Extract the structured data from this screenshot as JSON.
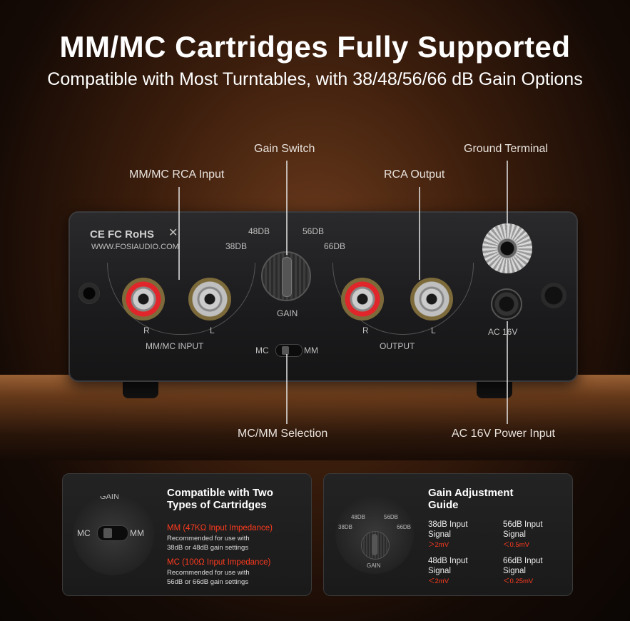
{
  "header": {
    "title": "MM/MC Cartridges Fully Supported",
    "subtitle": "Compatible with Most Turntables, with 38/48/56/66 dB Gain Options"
  },
  "callouts": {
    "gain_switch": "Gain Switch",
    "ground_terminal": "Ground Terminal",
    "mm_mc_rca_input": "MM/MC RCA Input",
    "rca_output": "RCA Output",
    "mc_mm_selection": "MC/MM Selection",
    "ac_power_input": "AC 16V Power Input"
  },
  "device": {
    "certs": "CE FC RoHS",
    "website": "WWW.FOSIAUDIO.COM",
    "gain_labels": [
      "38DB",
      "48DB",
      "56DB",
      "66DB"
    ],
    "gain_label": "GAIN",
    "input_label": "MM/MC INPUT",
    "output_label": "OUTPUT",
    "r": "R",
    "l": "L",
    "mc": "MC",
    "mm": "MM",
    "ac": "AC 16V"
  },
  "card_left": {
    "title_line1": "Compatible with Two",
    "title_line2": "Types of Cartridges",
    "lens_gain": "GAIN",
    "lens_mc": "MC",
    "lens_mm": "MM",
    "mm_heading": "MM (47KΩ Input Impedance)",
    "mm_desc1": "Recommended for use with",
    "mm_desc2": "38dB or 48dB gain settings",
    "mc_heading": "MC (100Ω Input Impedance)",
    "mc_desc1": "Recommended for use with",
    "mc_desc2": "56dB or 66dB gain settings"
  },
  "card_right": {
    "title_line1": "Gain Adjustment",
    "title_line2": "Guide",
    "lens_labels": [
      "38DB",
      "48DB",
      "56DB",
      "66DB"
    ],
    "lens_gain": "GAIN",
    "items": [
      {
        "label1": "38dB Input",
        "label2": "Signal",
        "value": "＞2mV"
      },
      {
        "label1": "56dB Input",
        "label2": "Signal",
        "value": "＜0.5mV"
      },
      {
        "label1": "48dB Input",
        "label2": "Signal",
        "value": "＜2mV"
      },
      {
        "label1": "66dB Input",
        "label2": "Signal",
        "value": "＜0.25mV"
      }
    ]
  },
  "colors": {
    "accent_red": "#ff3b1f",
    "card_bg": "#1f1f1f"
  }
}
